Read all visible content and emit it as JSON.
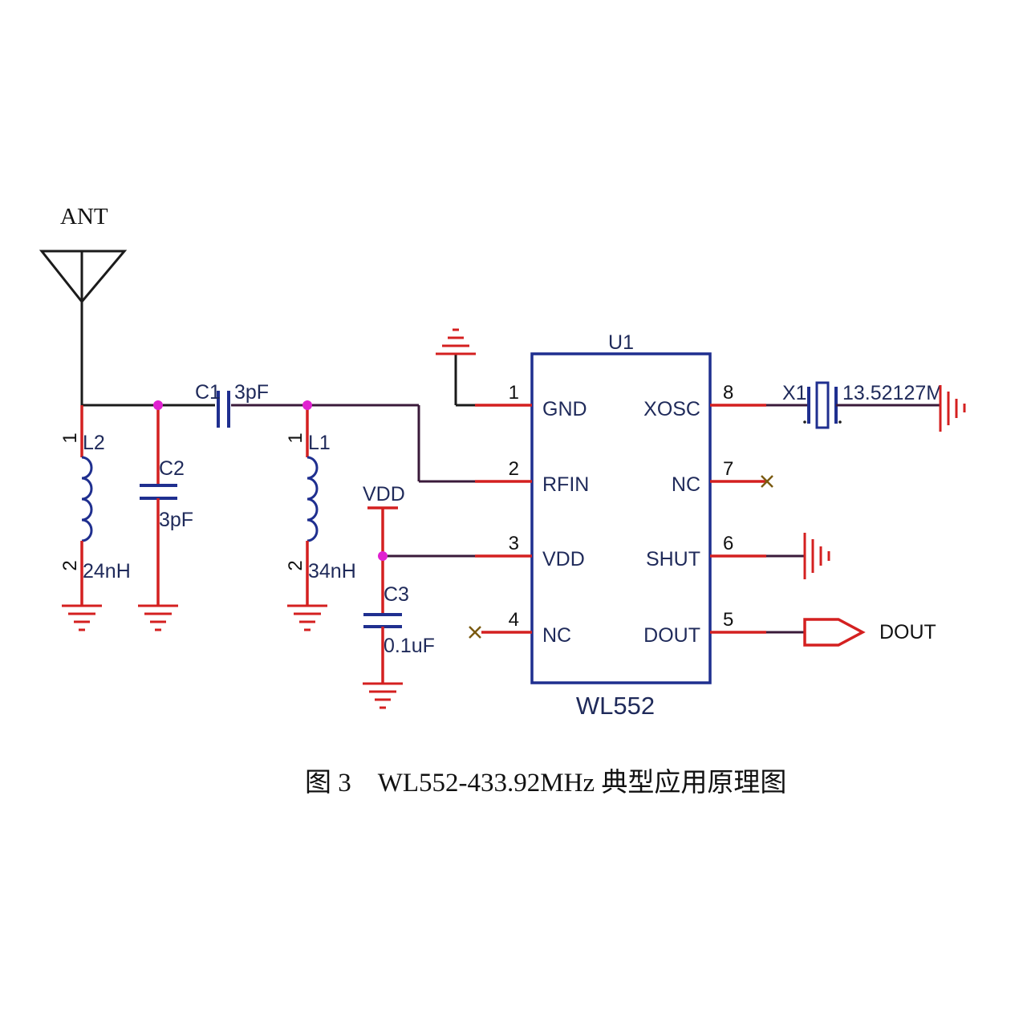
{
  "antenna": {
    "label": "ANT"
  },
  "components": {
    "L2": {
      "ref": "L2",
      "value": "24nH",
      "pin1": "1",
      "pin2": "2"
    },
    "C2": {
      "ref": "C2",
      "value": "3pF"
    },
    "C1": {
      "ref": "C1",
      "value": "3pF"
    },
    "L1": {
      "ref": "L1",
      "value": "34nH",
      "pin1": "1",
      "pin2": "2"
    },
    "C3": {
      "ref": "C3",
      "value": "0.1uF"
    },
    "X1": {
      "ref": "X1",
      "value": "13.52127M"
    }
  },
  "power": {
    "vdd": "VDD"
  },
  "chip": {
    "ref": "U1",
    "part": "WL552",
    "left_pins": [
      {
        "num": "1",
        "name": "GND"
      },
      {
        "num": "2",
        "name": "RFIN"
      },
      {
        "num": "3",
        "name": "VDD"
      },
      {
        "num": "4",
        "name": "NC"
      }
    ],
    "right_pins": [
      {
        "num": "8",
        "name": "XOSC"
      },
      {
        "num": "7",
        "name": "NC"
      },
      {
        "num": "6",
        "name": "SHUT"
      },
      {
        "num": "5",
        "name": "DOUT"
      }
    ]
  },
  "output": {
    "label": "DOUT"
  },
  "caption": "图 3　WL552-433.92MHz 典型应用原理图",
  "colors": {
    "pin_wire": "#d42020",
    "chip_outline": "#1f2f8f",
    "junction": "#e020d0",
    "text": "#1f2a5a"
  }
}
